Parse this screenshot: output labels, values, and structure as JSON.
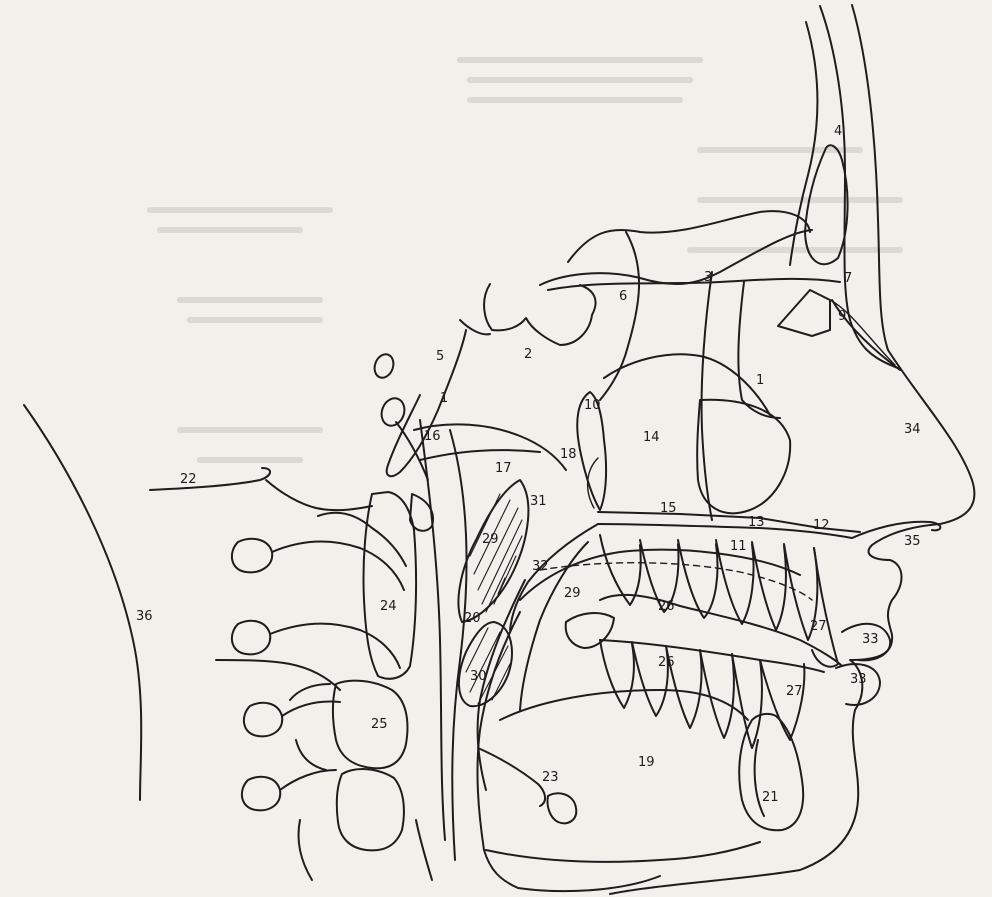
{
  "labels": [
    {
      "id": "n1",
      "text": "1"
    },
    {
      "id": "n1b",
      "text": "1"
    },
    {
      "id": "n2",
      "text": "2"
    },
    {
      "id": "n3",
      "text": "3"
    },
    {
      "id": "n4",
      "text": "4"
    },
    {
      "id": "n5",
      "text": "5"
    },
    {
      "id": "n6",
      "text": "6"
    },
    {
      "id": "n7",
      "text": "7"
    },
    {
      "id": "n9",
      "text": "9"
    },
    {
      "id": "n10",
      "text": "10"
    },
    {
      "id": "n11",
      "text": "11"
    },
    {
      "id": "n12",
      "text": "12"
    },
    {
      "id": "n13",
      "text": "13"
    },
    {
      "id": "n14",
      "text": "14"
    },
    {
      "id": "n15",
      "text": "15"
    },
    {
      "id": "n16",
      "text": "16"
    },
    {
      "id": "n17",
      "text": "17"
    },
    {
      "id": "n18",
      "text": "18"
    },
    {
      "id": "n19",
      "text": "19"
    },
    {
      "id": "n20",
      "text": "20"
    },
    {
      "id": "n21",
      "text": "21"
    },
    {
      "id": "n22",
      "text": "22"
    },
    {
      "id": "n23",
      "text": "23"
    },
    {
      "id": "n24",
      "text": "24"
    },
    {
      "id": "n25",
      "text": "25"
    },
    {
      "id": "n26a",
      "text": "26"
    },
    {
      "id": "n26b",
      "text": "26"
    },
    {
      "id": "n27a",
      "text": "27"
    },
    {
      "id": "n27b",
      "text": "27"
    },
    {
      "id": "n29a",
      "text": "29"
    },
    {
      "id": "n29b",
      "text": "29"
    },
    {
      "id": "n30",
      "text": "30"
    },
    {
      "id": "n31",
      "text": "31"
    },
    {
      "id": "n32",
      "text": "32"
    },
    {
      "id": "n33a",
      "text": "33"
    },
    {
      "id": "n33b",
      "text": "33"
    },
    {
      "id": "n34",
      "text": "34"
    },
    {
      "id": "n35",
      "text": "35"
    },
    {
      "id": "n36",
      "text": "36"
    }
  ]
}
